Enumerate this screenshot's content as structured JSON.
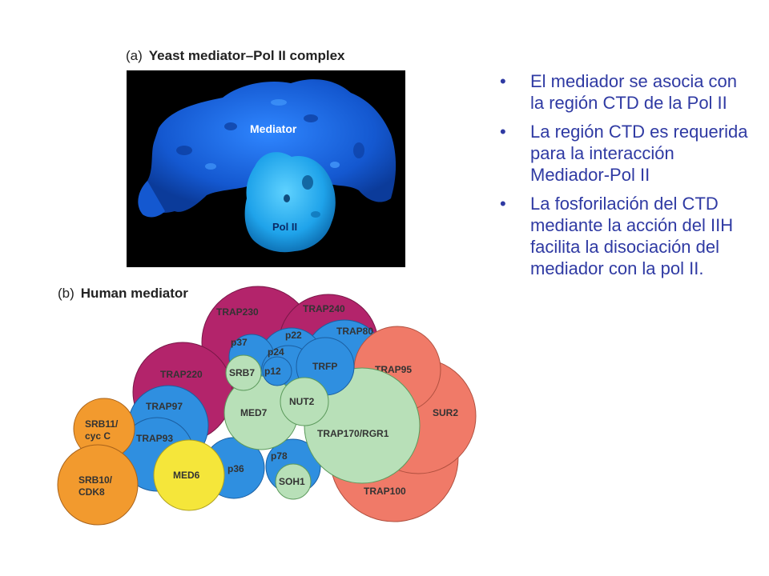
{
  "panel_a": {
    "letter": "(a)",
    "title": "Yeast mediator–Pol II complex",
    "mediator_label": "Mediator",
    "pol2_label": "Pol II",
    "colors": {
      "mediator": "#1666e0",
      "pol2": "#26aef0",
      "background": "#000000"
    }
  },
  "panel_b": {
    "letter": "(b)",
    "title": "Human mediator",
    "subunits": [
      {
        "name": "TRAP230",
        "color": "#b3246b"
      },
      {
        "name": "TRAP240",
        "color": "#b3246b"
      },
      {
        "name": "TRAP220",
        "color": "#b3246b"
      },
      {
        "name": "TRAP80",
        "color": "#2f8fe0"
      },
      {
        "name": "p22",
        "color": "#2f8fe0"
      },
      {
        "name": "p37",
        "color": "#2f8fe0"
      },
      {
        "name": "p24",
        "color": "#2f8fe0"
      },
      {
        "name": "p12",
        "color": "#2f8fe0"
      },
      {
        "name": "TRFP",
        "color": "#2f8fe0"
      },
      {
        "name": "TRAP97",
        "color": "#2f8fe0"
      },
      {
        "name": "TRAP93",
        "color": "#2f8fe0"
      },
      {
        "name": "p36",
        "color": "#2f8fe0"
      },
      {
        "name": "p78",
        "color": "#2f8fe0"
      },
      {
        "name": "SRB7",
        "color": "#b8e0b8"
      },
      {
        "name": "MED7",
        "color": "#b8e0b8"
      },
      {
        "name": "NUT2",
        "color": "#b8e0b8"
      },
      {
        "name": "TRAP170/RGR1",
        "color": "#b8e0b8"
      },
      {
        "name": "SOH1",
        "color": "#b8e0b8"
      },
      {
        "name": "TRAP95",
        "color": "#f07a68"
      },
      {
        "name": "SUR2",
        "color": "#f07a68"
      },
      {
        "name": "TRAP100",
        "color": "#f07a68"
      },
      {
        "name": "SRB11/\ncyc C",
        "color": "#f29a2e"
      },
      {
        "name": "SRB10/\nCDK8",
        "color": "#f29a2e"
      },
      {
        "name": "MED6",
        "color": "#f5e63a"
      }
    ]
  },
  "bullets": [
    "El mediador se asocia con la región CTD de la Pol II",
    "La región CTD es requerida para la interacción Mediador-Pol II",
    "La fosforilación del CTD mediante la acción del IIH facilita la disociación del mediador con la pol II."
  ],
  "colors": {
    "bullet_text": "#2f3aa3"
  }
}
